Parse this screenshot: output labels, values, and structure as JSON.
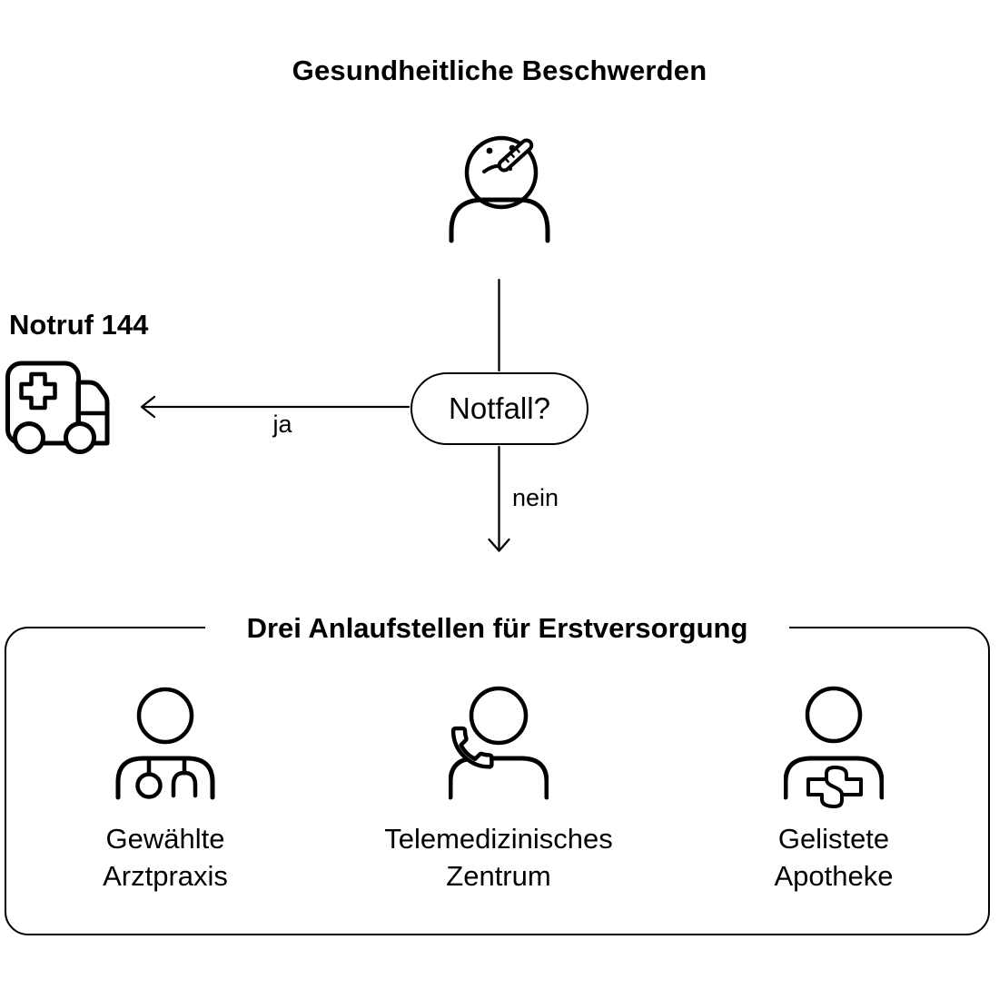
{
  "page": {
    "background": "#ffffff",
    "ink": "#000000",
    "title": "Gesundheitliche Beschwerden"
  },
  "flow": {
    "patient_icon": "sick-person-thermometer-icon",
    "decision": {
      "label": "Notfall?",
      "yes_label": "ja",
      "no_label": "nein"
    },
    "emergency": {
      "title": "Notruf 144",
      "icon": "ambulance-icon"
    },
    "primary_care": {
      "title": "Drei Anlaufstellen für Erstversorgung",
      "options": [
        {
          "icon": "doctor-icon",
          "line1": "Gewählte",
          "line2": "Arztpraxis"
        },
        {
          "icon": "telemedicine-icon",
          "line1": "Telemedizinisches",
          "line2": "Zentrum"
        },
        {
          "icon": "pharmacy-icon",
          "line1": "Gelistete",
          "line2": "Apotheke"
        }
      ]
    }
  }
}
